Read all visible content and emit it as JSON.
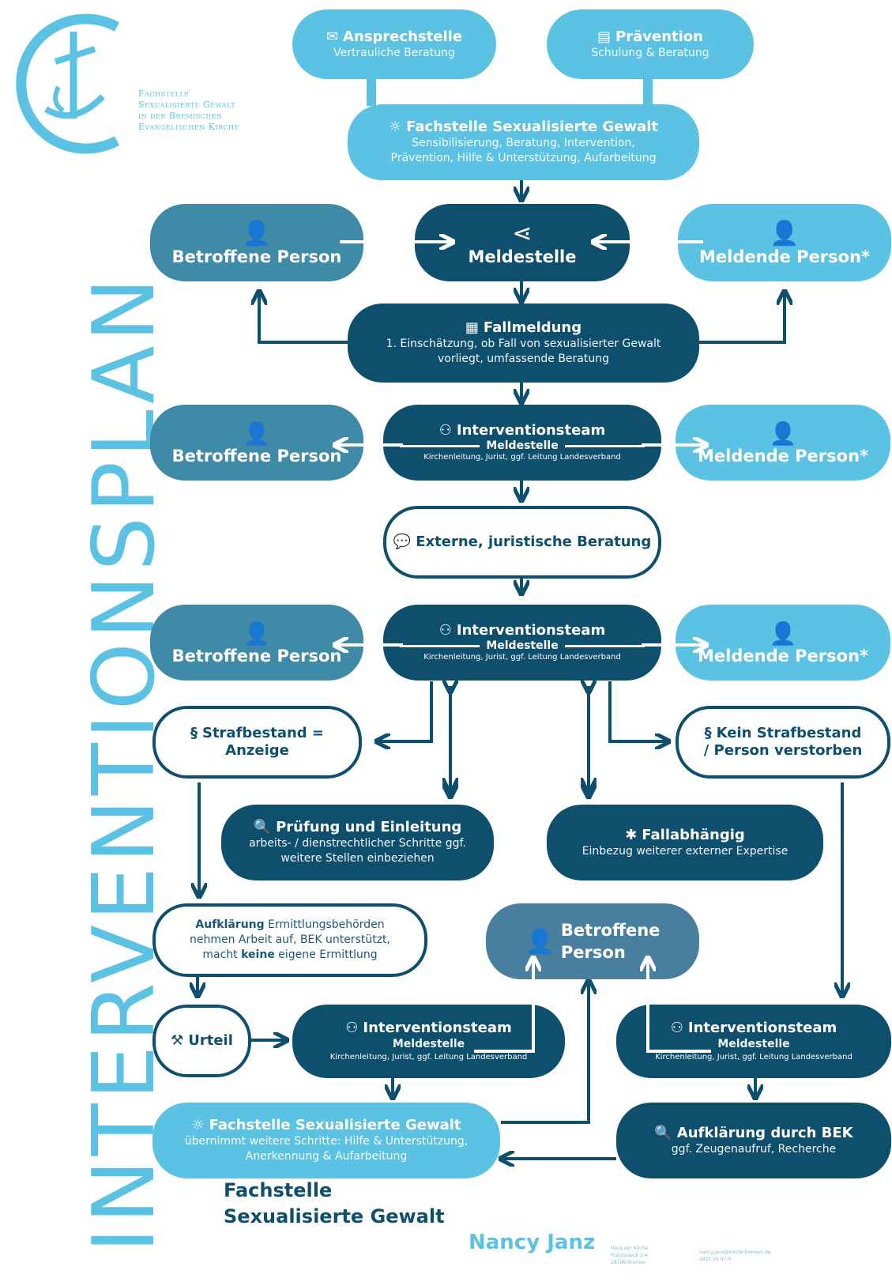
{
  "title": "INTERVENTIONSPLAN",
  "org": {
    "line1": "Fachstelle",
    "line2": "Sexualisierte Gewalt",
    "line3": "in der Bremischen",
    "line4": "Evangelischen Kirche"
  },
  "ansprechstelle": {
    "title": "Ansprechstelle",
    "sub": "Vertrauliche Beratung"
  },
  "praevention": {
    "title": "Prävention",
    "sub": "Schulung & Beratung"
  },
  "fachstelle_top": {
    "title": "Fachstelle Sexualisierte Gewalt",
    "sub1": "Sensibilisierung, Beratung, Intervention,",
    "sub2": "Prävention, Hilfe & Unterstützung, Aufarbeitung"
  },
  "betroffene": "Betroffene Person",
  "meldestelle": "Meldestelle",
  "meldende": "Meldende Person*",
  "fallmeldung": {
    "title": "Fallmeldung",
    "sub1": "1. Einschätzung, ob Fall von sexualisierter Gewalt",
    "sub2": "vorliegt, umfassende Beratung"
  },
  "interventionsteam": {
    "title": "Interventionsteam",
    "mid": "Meldestelle",
    "sub": "Kirchenleitung, Jurist, ggf. Leitung Landesverband"
  },
  "externe": "Externe, juristische Beratung",
  "strafbestand": {
    "line1": "Strafbestand =",
    "line2": "Anzeige"
  },
  "kein_strafbestand": {
    "line1": "Kein Strafbestand",
    "line2": "/ Person verstorben"
  },
  "pruefung": {
    "title": "Prüfung und Einleitung",
    "sub1": "arbeits- / dienstrechtlicher Schritte ggf.",
    "sub2": "weitere Stellen einbeziehen"
  },
  "fallabhaengig": {
    "title": "Fallabhängig",
    "sub": "Einbezug weiterer externer Expertise"
  },
  "aufklaerung": {
    "bold1": "Aufklärung",
    "text1": " Ermittlungsbehörden",
    "line2": "nehmen Arbeit auf, BEK unterstützt,",
    "text3a": "macht ",
    "bold3": "keine",
    "text3b": " eigene Ermittlung"
  },
  "betroffene_split": {
    "line1": "Betroffene",
    "line2": "Person"
  },
  "urteil": "Urteil",
  "fachstelle_bottom": {
    "title": "Fachstelle Sexualisierte Gewalt",
    "sub1": "übernimmt weitere Schritte: Hilfe & Unterstützung,",
    "sub2": "Anerkennung & Aufarbeitung"
  },
  "aufklaerung_bek": {
    "title": "Aufklärung durch BEK",
    "sub": "ggf. Zeugenaufruf, Recherche"
  },
  "footer": {
    "line1": "Fachstelle",
    "line2": "Sexualisierte Gewalt",
    "name": "Nancy Janz",
    "addr1": "Haus der Kirche",
    "addr2": "Franziuseck 2-4",
    "addr3": "28199 Bremen",
    "email": "nancy.janz@kirche-bremen.de",
    "phone": "0421 55 97-0"
  }
}
